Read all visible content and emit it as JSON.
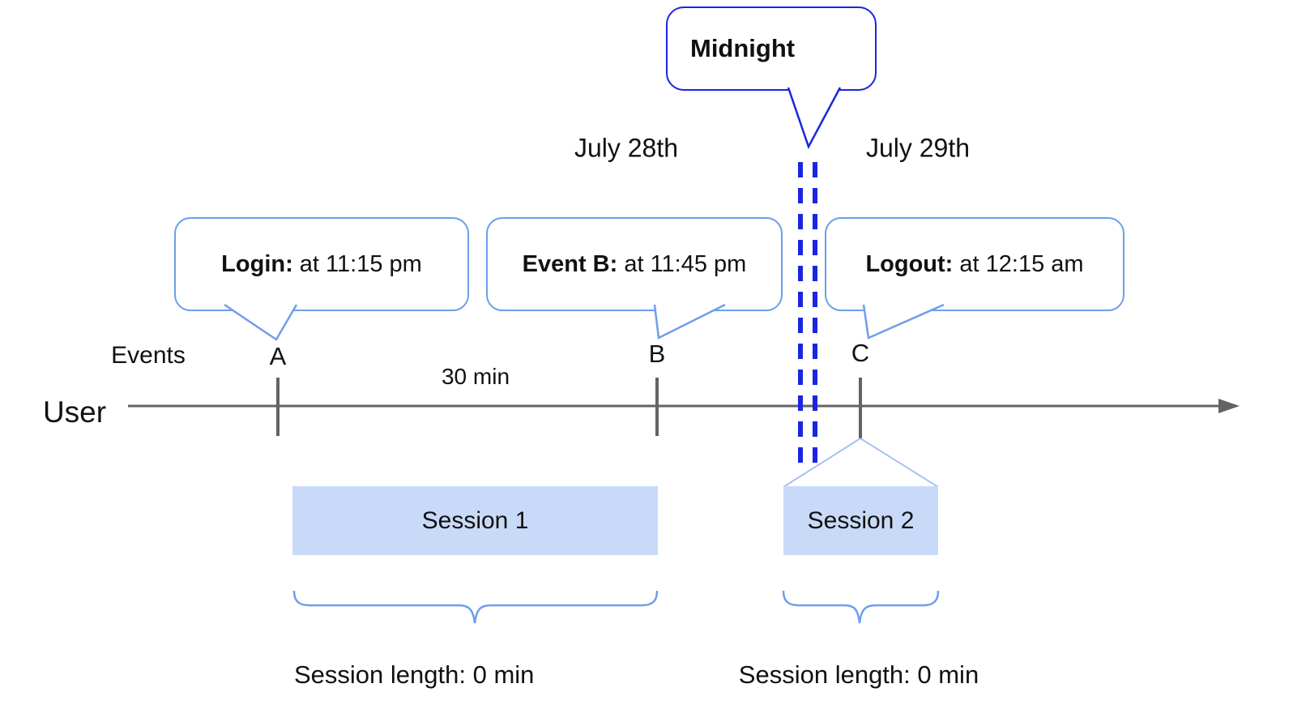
{
  "dates": {
    "left": "July 28th",
    "right": "July 29th"
  },
  "midnight_callout": {
    "label": "Midnight"
  },
  "event_callouts": [
    {
      "title": "Login:",
      "detail": " at 11:15 pm"
    },
    {
      "title": "Event B:",
      "detail": " at 11:45 pm"
    },
    {
      "title": "Logout:",
      "detail": " at 12:15 am"
    }
  ],
  "timeline": {
    "row_label": "User",
    "events_label": "Events",
    "ticks": [
      "A",
      "B",
      "C"
    ],
    "interval_label": "30 min"
  },
  "sessions": [
    {
      "name": "Session 1",
      "length": "Session length: 0 min"
    },
    {
      "name": "Session 2",
      "length": "Session length: 0 min"
    }
  ],
  "colors": {
    "callout_border": "#6d9eeb",
    "midnight_border": "#1b25e0",
    "midnight_dash": "#1b25e0",
    "session_fill": "#c9daf8",
    "brace": "#6d9eeb",
    "connector": "#a4c2f4",
    "axis": "#636363",
    "text": "#111111"
  }
}
